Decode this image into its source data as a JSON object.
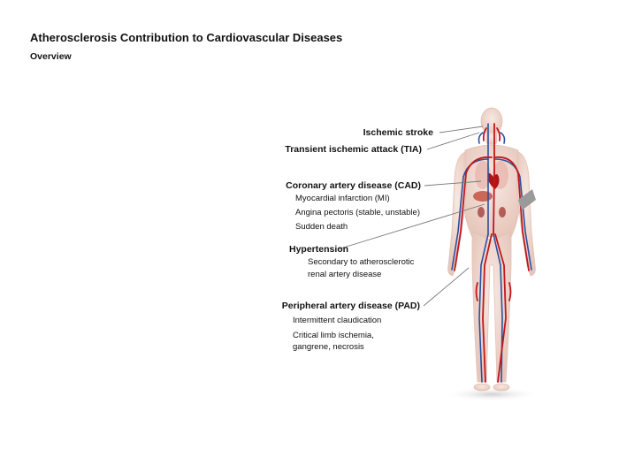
{
  "slide": {
    "title": "Atherosclerosis Contribution to Cardiovascular Diseases",
    "subtitle": "Overview"
  },
  "labels": {
    "ischemic_stroke": "Ischemic stroke",
    "tia": "Transient ischemic attack (TIA)",
    "cad": "Coronary artery disease (CAD)",
    "cad_items": [
      "Myocardial infarction (MI)",
      "Angina pectoris (stable, unstable)",
      "Sudden death"
    ],
    "hypertension": "Hypertension",
    "hypertension_items": [
      "Secondary to atherosclerotic",
      "renal artery disease"
    ],
    "pad": "Peripheral artery disease (PAD)",
    "pad_items": [
      "Intermittent claudication",
      "Critical limb ischemia,",
      "gangrene, necrosis"
    ]
  },
  "colors": {
    "artery": "#c0181c",
    "vein": "#2b4f9e",
    "skin": "#f1dcd2",
    "leader": "#777777",
    "pointer": "#9a9a9a"
  }
}
